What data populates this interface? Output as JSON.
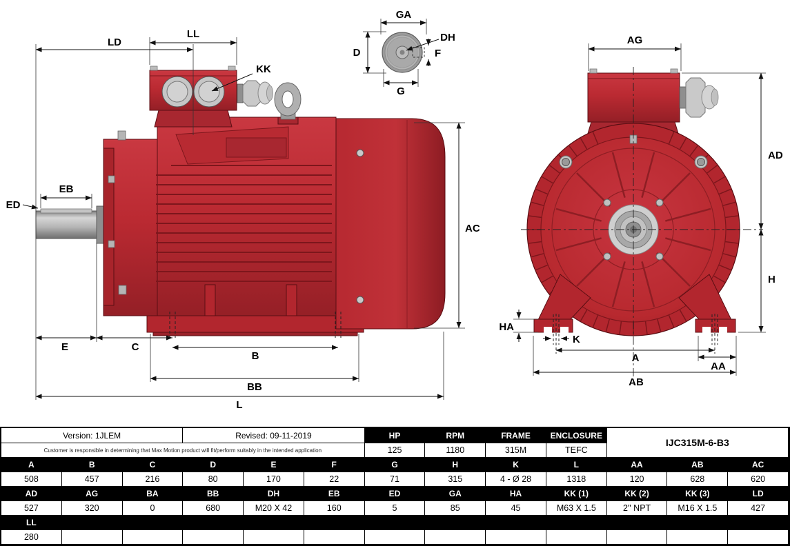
{
  "drawing": {
    "side_view_labels": {
      "LD": "LD",
      "LL": "LL",
      "KK": "KK",
      "ED": "ED",
      "EB": "EB",
      "AC": "AC",
      "E": "E",
      "C": "C",
      "B": "B",
      "BB": "BB",
      "L": "L"
    },
    "shaft_view_labels": {
      "GA": "GA",
      "D": "D",
      "DH": "DH",
      "F": "F",
      "G": "G"
    },
    "front_view_labels": {
      "AG": "AG",
      "AD": "AD",
      "H": "H",
      "HA": "HA",
      "K": "K",
      "A": "A",
      "AA": "AA",
      "AB": "AB"
    },
    "colors": {
      "motor_red": "#be2b33",
      "motor_red_dark": "#8e1e24",
      "outline": "#5a0e13",
      "metal_gray": "#b5b5b5",
      "dim_line": "#111111"
    }
  },
  "table": {
    "version_label": "Version: 1JLEM",
    "revised_label": "Revised: 09-11-2019",
    "disclaimer": "Customer is responsible in determining that Max Motion product will fit/perform suitably in the intended application",
    "model": "IJC315M-6-B3",
    "spec_headers": [
      "HP",
      "RPM",
      "FRAME",
      "ENCLOSURE"
    ],
    "spec_values": [
      "125",
      "1180",
      "315M",
      "TEFC"
    ],
    "dim_rows": [
      {
        "headers": [
          "A",
          "B",
          "C",
          "D",
          "E",
          "F",
          "G",
          "H",
          "K",
          "L",
          "AA",
          "AB",
          "AC"
        ],
        "values": [
          "508",
          "457",
          "216",
          "80",
          "170",
          "22",
          "71",
          "315",
          "4 - Ø 28",
          "1318",
          "120",
          "628",
          "620"
        ]
      },
      {
        "headers": [
          "AD",
          "AG",
          "BA",
          "BB",
          "DH",
          "EB",
          "ED",
          "GA",
          "HA",
          "KK (1)",
          "KK (2)",
          "KK (3)",
          "LD"
        ],
        "values": [
          "527",
          "320",
          "0",
          "680",
          "M20 X 42",
          "160",
          "5",
          "85",
          "45",
          "M63 X 1.5",
          "2'' NPT",
          "M16 X 1.5",
          "427"
        ]
      },
      {
        "headers": [
          "LL",
          "",
          "",
          "",
          "",
          "",
          "",
          "",
          "",
          "",
          "",
          "",
          ""
        ],
        "values": [
          "280",
          "",
          "",
          "",
          "",
          "",
          "",
          "",
          "",
          "",
          "",
          "",
          ""
        ]
      }
    ]
  }
}
